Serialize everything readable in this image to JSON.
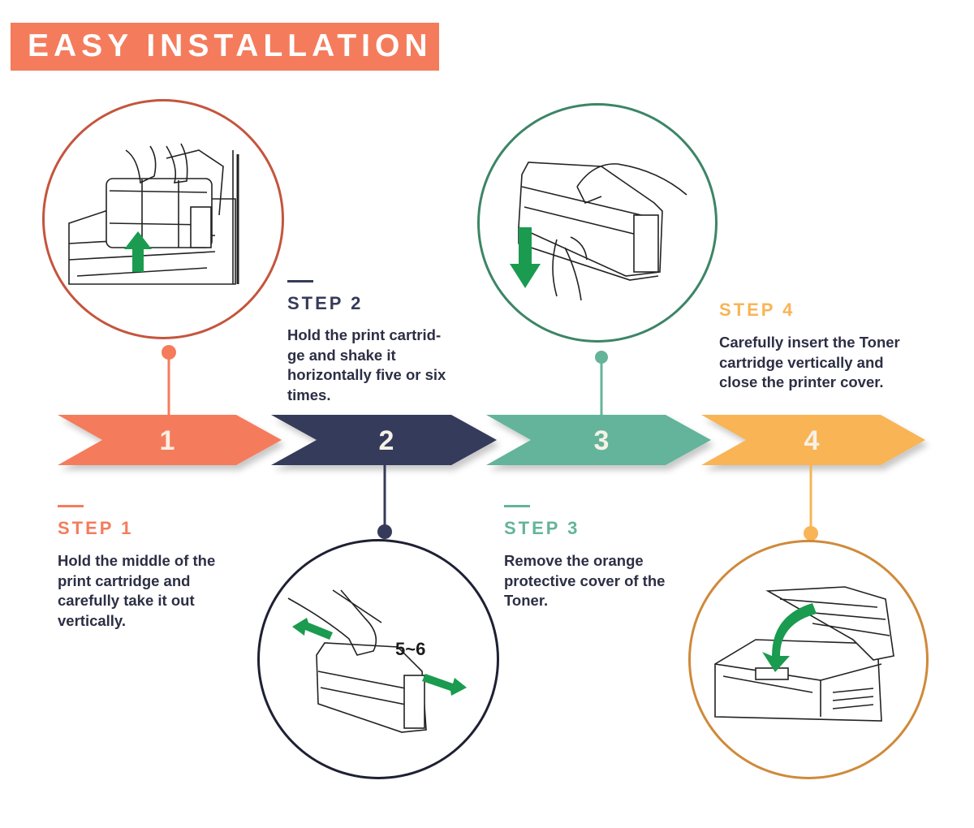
{
  "title": "EASY INSTALLATION",
  "colors": {
    "step1": "#f47c5c",
    "step2": "#363a5a",
    "step3": "#64b49a",
    "step4": "#f8b455"
  },
  "steps": [
    {
      "number": "1",
      "heading": "STEP 1",
      "lines": [
        "Hold the middle of the",
        "print cartridge and",
        "carefully take it out",
        "vertically."
      ],
      "illustration": "remove-cartridge-upward-illustration"
    },
    {
      "number": "2",
      "heading": "STEP 2",
      "lines": [
        "Hold the print cartrid-",
        "ge and shake it",
        "horizontally five or six",
        "times."
      ],
      "illustration": "shake-cartridge-illustration",
      "shake_label": "5~6"
    },
    {
      "number": "3",
      "heading": "STEP 3",
      "lines": [
        "Remove the orange",
        "protective cover of the",
        "Toner."
      ],
      "illustration": "remove-cover-illustration"
    },
    {
      "number": "4",
      "heading": "STEP 4",
      "lines": [
        "Carefully insert the Toner",
        "cartridge vertically and",
        "close the printer cover."
      ],
      "illustration": "close-printer-cover-illustration"
    }
  ]
}
